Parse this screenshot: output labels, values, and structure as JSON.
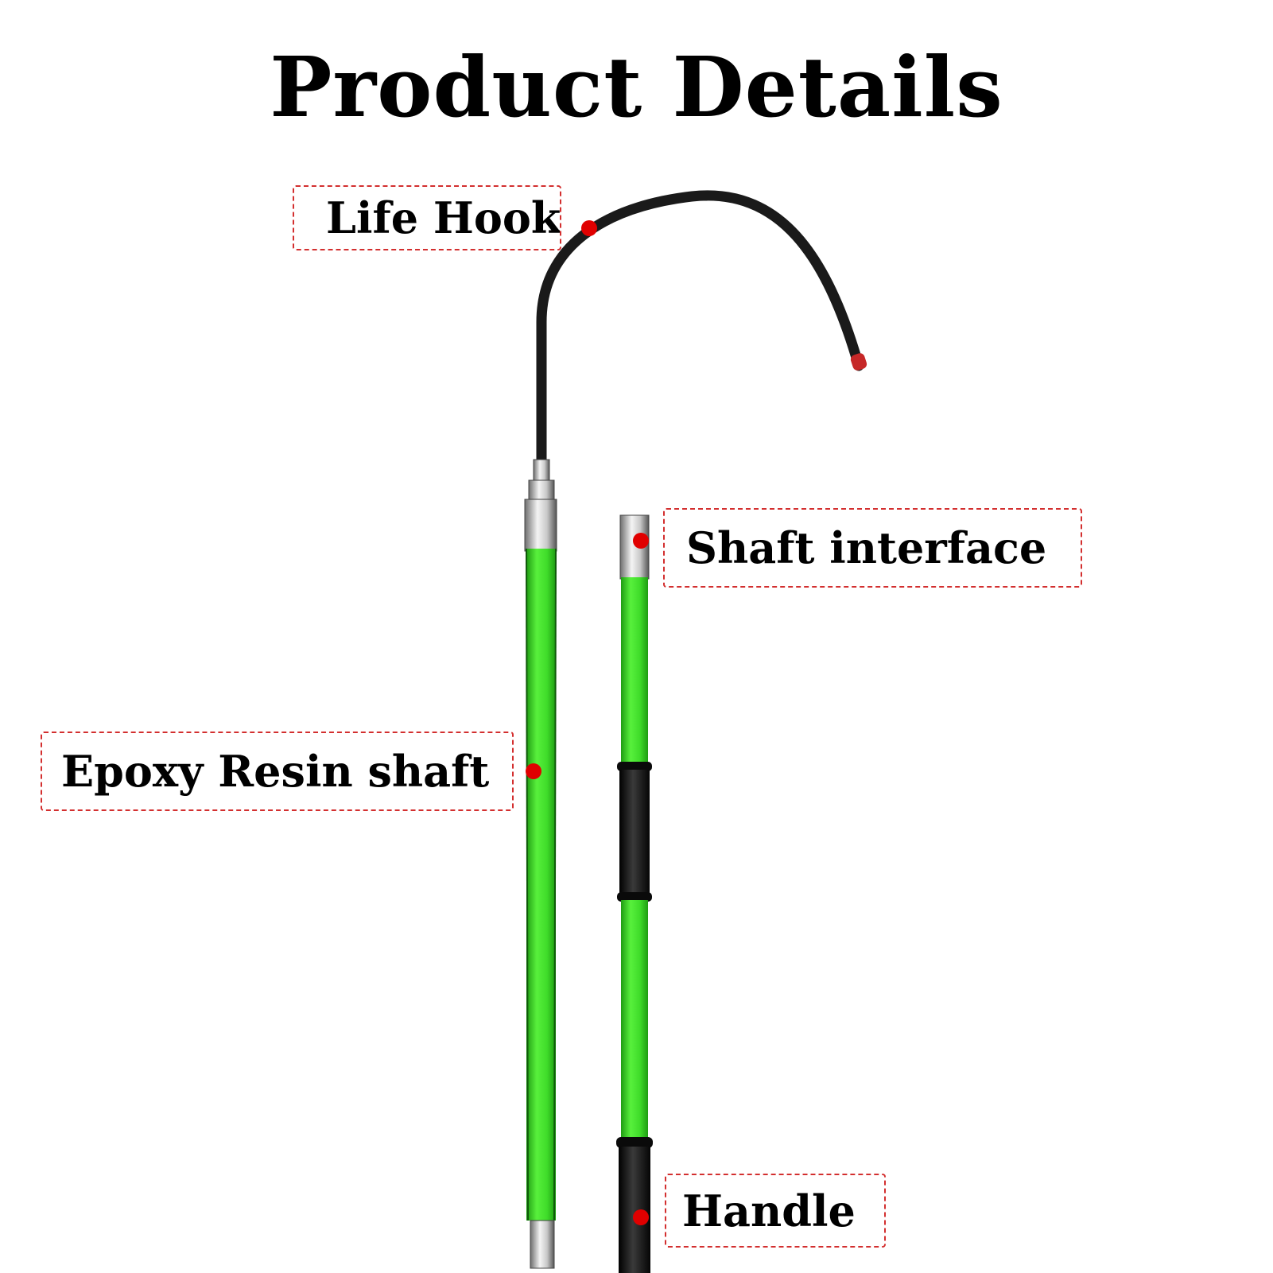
{
  "page": {
    "title": "Product Details"
  },
  "callouts": {
    "life_hook": "Life Hook",
    "shaft_interface": "Shaft interface",
    "epoxy_resin_shaft": "Epoxy Resin shaft",
    "handle": "Handle"
  },
  "colors": {
    "shaft_green": "#3fdc2a",
    "callout_border": "#d32f2f",
    "marker": "#e00000",
    "hook": "#1a1a1a",
    "grip": "#161616"
  }
}
